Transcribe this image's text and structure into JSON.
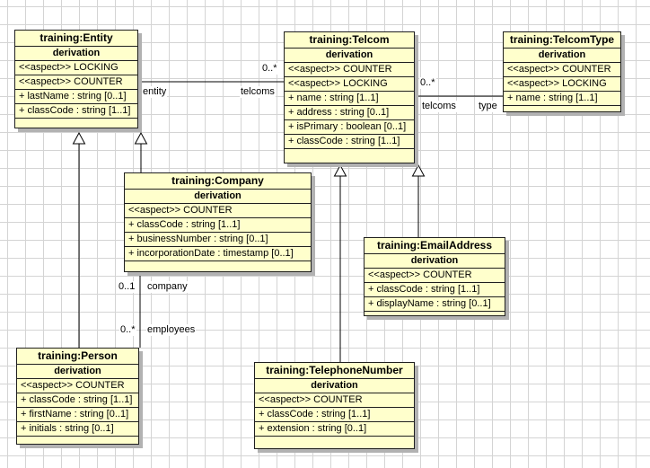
{
  "colors": {
    "class_fill": "#ffffcc",
    "class_border": "#1f1f1f",
    "shadow": "#b2b2b2",
    "grid": "#d4d4d4",
    "line": "#000000"
  },
  "classes": {
    "entity": {
      "title": "training:Entity",
      "stereotype": "derivation",
      "rows": [
        "<<aspect>> LOCKING",
        "<<aspect>> COUNTER",
        "+ lastName : string [0..1]",
        "+ classCode : string [1..1]"
      ]
    },
    "telcom": {
      "title": "training:Telcom",
      "stereotype": "derivation",
      "rows": [
        "<<aspect>> COUNTER",
        "<<aspect>> LOCKING",
        "+ name : string [1..1]",
        "+ address : string [0..1]",
        "+ isPrimary : boolean [0..1]",
        "+ classCode : string [1..1]"
      ]
    },
    "telcomtype": {
      "title": "training:TelcomType",
      "stereotype": "derivation",
      "rows": [
        "<<aspect>> COUNTER",
        "<<aspect>> LOCKING",
        "+ name : string [1..1]"
      ]
    },
    "company": {
      "title": "training:Company",
      "stereotype": "derivation",
      "rows": [
        "<<aspect>> COUNTER",
        "+ classCode : string [1..1]",
        "+ businessNumber : string [0..1]",
        "+ incorporationDate : timestamp [0..1]"
      ]
    },
    "emailaddress": {
      "title": "training:EmailAddress",
      "stereotype": "derivation",
      "rows": [
        "<<aspect>> COUNTER",
        "+ classCode : string [1..1]",
        "+ displayName : string [0..1]"
      ]
    },
    "person": {
      "title": "training:Person",
      "stereotype": "derivation",
      "rows": [
        "<<aspect>> COUNTER",
        "+ classCode : string [1..1]",
        "+ firstName : string [0..1]",
        "+ initials : string [0..1]"
      ]
    },
    "telephonenumber": {
      "title": "training:TelephoneNumber",
      "stereotype": "derivation",
      "rows": [
        "<<aspect>> COUNTER",
        "+ classCode : string [1..1]",
        "+ extension : string [0..1]"
      ]
    }
  },
  "associations": {
    "entity_telcom": {
      "multiplicity": "0..*",
      "source_role": "entity",
      "target_role": "telcoms"
    },
    "telcom_telcomtype": {
      "multiplicity": "0..*",
      "source_role": "telcoms",
      "target_role": "type"
    },
    "company_person": {
      "company_multiplicity": "0..1",
      "company_role": "company",
      "employees_multiplicity": "0..*",
      "employees_role": "employees"
    }
  }
}
